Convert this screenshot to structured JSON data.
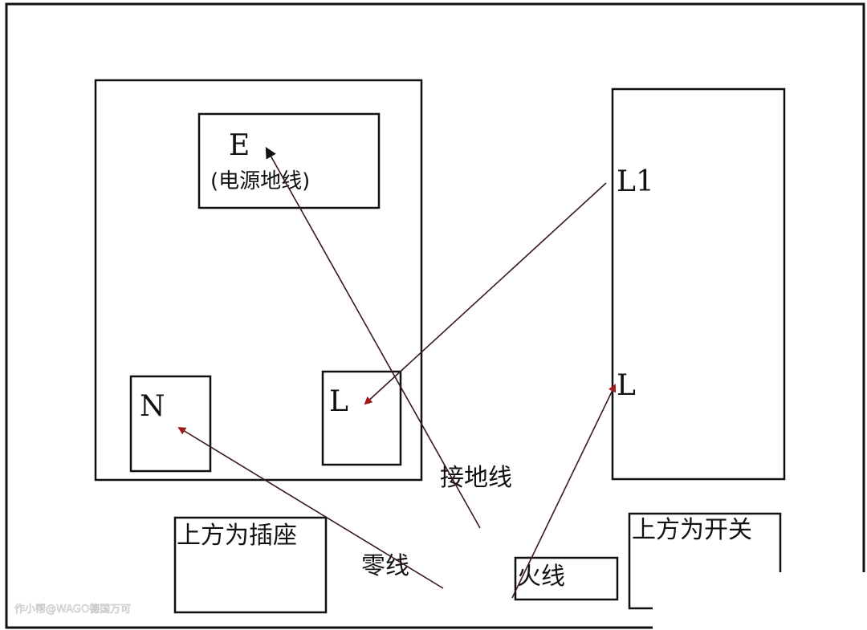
{
  "socket": {
    "earth_label": "E",
    "earth_desc": "(电源地线)",
    "neutral_label": "N",
    "live_label": "L",
    "caption": "上方为插座"
  },
  "switch": {
    "l1_label": "L1",
    "l_label": "L",
    "caption": "上方为开关"
  },
  "wires": {
    "ground": "接地线",
    "neutral": "零线",
    "live": "火线"
  },
  "watermark": "作小帮@WAGO德国万可",
  "colors": {
    "arrow": "#a01818",
    "line": "#111111"
  }
}
